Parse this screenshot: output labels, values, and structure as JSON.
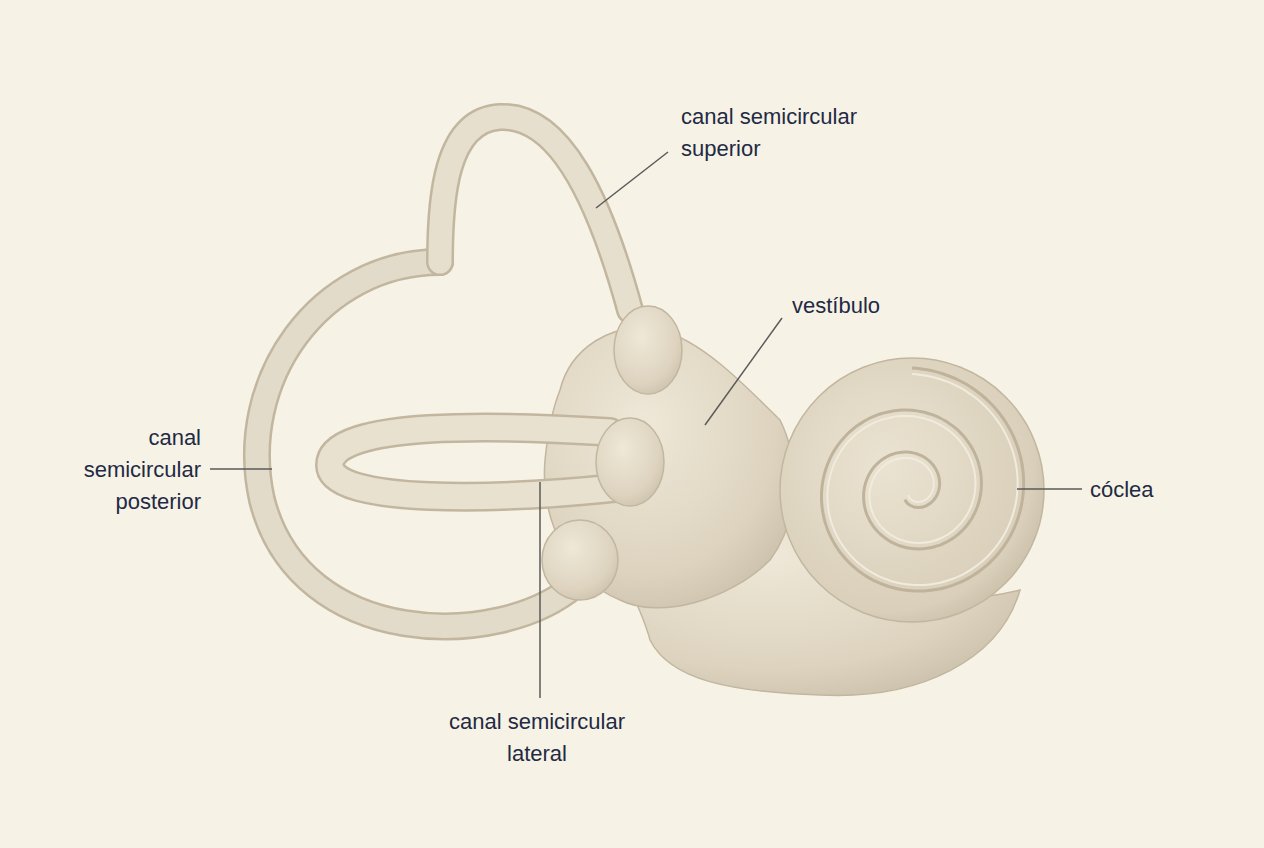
{
  "diagram": {
    "labels": [
      "canal semicircular superior",
      "vestíbulo",
      "canal semicircular posterior",
      "cóclea",
      "canal semicircular lateral"
    ]
  }
}
